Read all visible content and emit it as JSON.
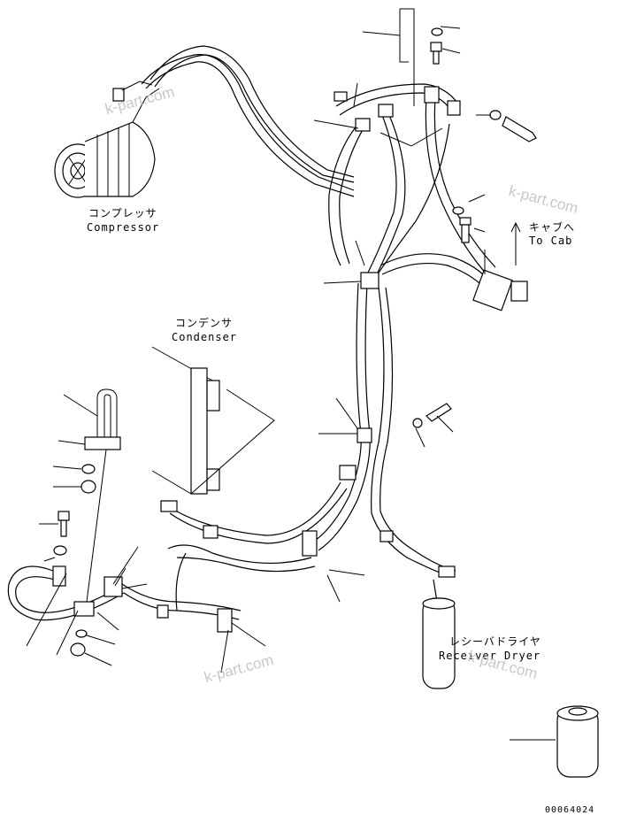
{
  "labels": {
    "compressor_jp": "コンプレッサ",
    "compressor_en": "Compressor",
    "cab_jp": "キャブへ",
    "cab_en": "To Cab",
    "condenser_jp": "コンデンサ",
    "condenser_en": "Condenser",
    "receiver_jp": "レシーバドライヤ",
    "receiver_en": "Receiver Dryer",
    "drawing_number": "00064024"
  },
  "watermarks": [
    "k-part.com",
    "k-part.com",
    "k-part.com",
    "k-part.com"
  ]
}
